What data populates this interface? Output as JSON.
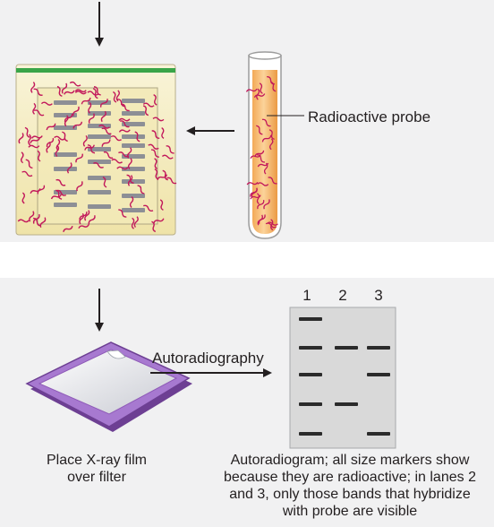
{
  "labels": {
    "probe": "Radioactive probe",
    "autoradiography": "Autoradiography",
    "film_caption": [
      "Place X-ray film",
      "over filter"
    ],
    "autoradiogram_caption": [
      "Autoradiogram; all size markers show",
      "because they are radioactive; in lanes 2",
      "and 3, only those bands that hybridize",
      "with probe are visible"
    ]
  },
  "lanes": [
    "1",
    "2",
    "3"
  ],
  "autoradiogram_bands": {
    "lane_1": [
      1,
      2,
      3,
      4,
      5
    ],
    "lane_2": [
      2,
      4
    ],
    "lane_3": [
      2,
      3,
      5
    ]
  },
  "colors": {
    "panel_bg": "#f1f1f2",
    "bag_fill": "#f6efc6",
    "bag_zip": "#3aa548",
    "probe_squiggle": "#c2185b",
    "tube_liquid": "#f5b46a",
    "film_frame": "#8f5bb8",
    "band": "#2b2b2b",
    "gel": "#d9d9d9"
  }
}
